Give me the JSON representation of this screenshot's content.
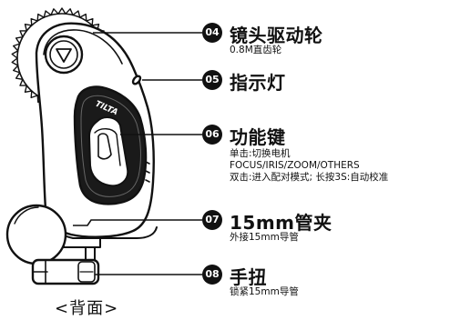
{
  "callouts": [
    {
      "num": "04",
      "title": "镜头驱动轮",
      "desc": [
        "0.8M直齿轮"
      ]
    },
    {
      "num": "05",
      "title": "指示灯",
      "desc": []
    },
    {
      "num": "06",
      "title": "功能键",
      "desc": [
        "单击:切换电机",
        "FOCUS/IRIS/ZOOM/OTHERS",
        "双击:进入配对模式; 长按3S:自动校准"
      ]
    },
    {
      "num": "07",
      "title": "15mm管夹",
      "desc": [
        "外接15mm导管"
      ]
    },
    {
      "num": "08",
      "title": "手扭",
      "desc": [
        "锁紧15mm导管"
      ]
    }
  ],
  "device": {
    "brand_mark": "TILTA"
  },
  "caption": "<背面>",
  "colors": {
    "line": "#111111",
    "body_fill": "#ffffff",
    "panel_fill": "#1a1a1a",
    "button_fill": "#ffffff"
  }
}
